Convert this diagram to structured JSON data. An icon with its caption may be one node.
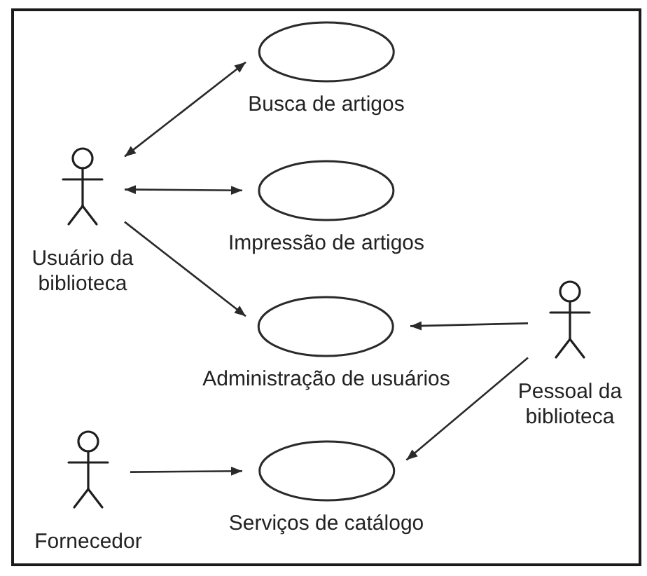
{
  "diagram": {
    "nodes": [
      {
        "text": [
          "Usuário da biblioteca"
        ]
      },
      {
        "text": [
          "Busca de artigos"
        ]
      },
      {
        "text": [
          "Impressão de artigos"
        ]
      },
      {
        "text": [
          "Administração de usuários"
        ]
      },
      {
        "text": [
          "Pessoal da biblioteca"
        ]
      },
      {
        "text": [
          "Fornecedor"
        ]
      },
      {
        "text": [
          "Serviços de catálogo"
        ]
      }
    ],
    "edges": [
      {
        "from": 0,
        "to": 1,
        "arrow": "both"
      },
      {
        "from": 0,
        "to": 2,
        "arrow": "both"
      },
      {
        "from": 0,
        "to": 3,
        "arrow": "to"
      },
      {
        "from": 4,
        "to": 3,
        "arrow": "to"
      },
      {
        "from": 4,
        "to": 6,
        "arrow": "to"
      },
      {
        "from": 5,
        "to": 6,
        "arrow": "to"
      }
    ]
  }
}
